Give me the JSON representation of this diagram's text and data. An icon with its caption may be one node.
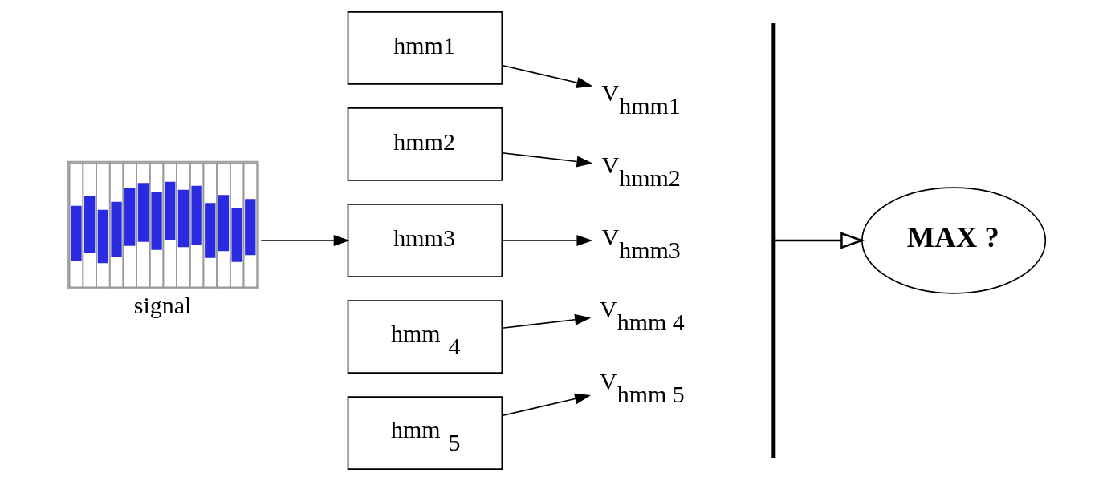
{
  "diagram": {
    "nodes": [
      {
        "text": [],
        "shape": "picture",
        "beside": [
          "signal"
        ]
      },
      {
        "text": [
          "hmm1"
        ]
      },
      {
        "text": [
          "hmm2"
        ]
      },
      {
        "text": [
          "hmm3"
        ]
      },
      {
        "text": [
          "hmm $_{4}$"
        ]
      },
      {
        "text": [
          "hmm $_{5}$"
        ]
      },
      {
        "text": [
          "V$_{hmm1}$"
        ]
      },
      {
        "text": [
          "V$_{hmm2}$"
        ]
      },
      {
        "text": [
          "V$_{hmm3}$"
        ]
      },
      {
        "text": [
          "V$_{hmm 4}$"
        ]
      },
      {
        "text": [
          "V$_{hmm 5}$"
        ]
      },
      {
        "text": [
          "MAX ?"
        ]
      }
    ],
    "edges": [
      {
        "from": 0,
        "to": 3,
        "arrow": "to"
      },
      {
        "from": 1,
        "to": 6,
        "arrow": "to"
      },
      {
        "from": 2,
        "to": 7,
        "arrow": "to"
      },
      {
        "from": 3,
        "to": 8,
        "arrow": "to"
      },
      {
        "from": 4,
        "to": 9,
        "arrow": "to"
      },
      {
        "from": 5,
        "to": 10,
        "arrow": "to"
      },
      {
        "from": null,
        "to": 11,
        "arrow": "to"
      }
    ]
  }
}
